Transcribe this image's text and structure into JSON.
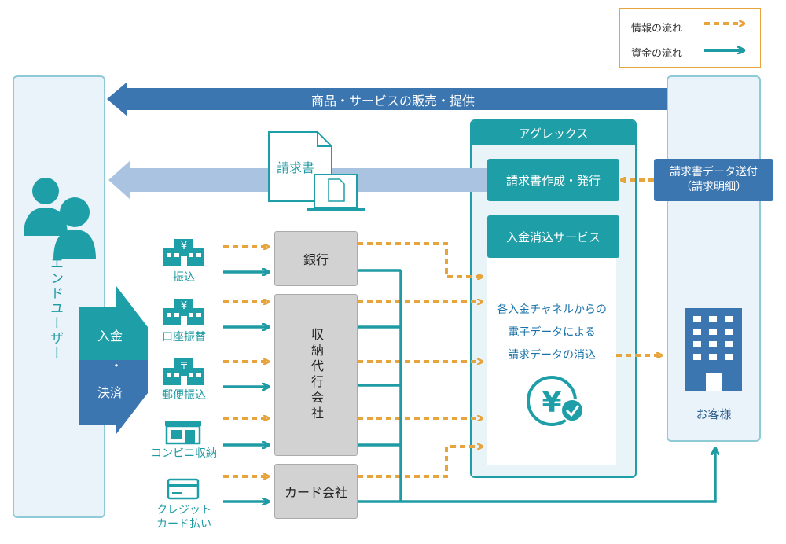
{
  "legend": {
    "info_flow": "情報の流れ",
    "money_flow": "資金の流れ"
  },
  "end_user": {
    "label": "エンドユーザー"
  },
  "top_arrow": {
    "label": "商品・サービスの販売・提供"
  },
  "invoice_doc": {
    "label": "請求書"
  },
  "payment_arrow": {
    "top": "入金",
    "sep": "・",
    "bottom": "決済"
  },
  "channels": [
    {
      "label": "振込"
    },
    {
      "label": "口座振替"
    },
    {
      "label": "郵便振込"
    },
    {
      "label": "コンビニ収納"
    },
    {
      "label": "クレジット\nカード払い"
    }
  ],
  "agents": {
    "bank": "銀行",
    "collector": "収納代行会社",
    "card": "カード会社"
  },
  "agrex": {
    "title": "アグレックス",
    "invoice_service": "請求書作成・発行",
    "reconcile_service": "入金消込サービス",
    "reconcile_desc": "各入金チャネルからの\n電子データによる\n請求データの消込"
  },
  "customer": {
    "label": "お客様",
    "send_data": "請求書データ送付\n（請求明細）"
  },
  "colors": {
    "info": "#e7a33c",
    "money": "#1f9ba4",
    "navy": "#3b76b0",
    "lightblue": "#a9c3e0",
    "teal": "#1e9fa7"
  }
}
